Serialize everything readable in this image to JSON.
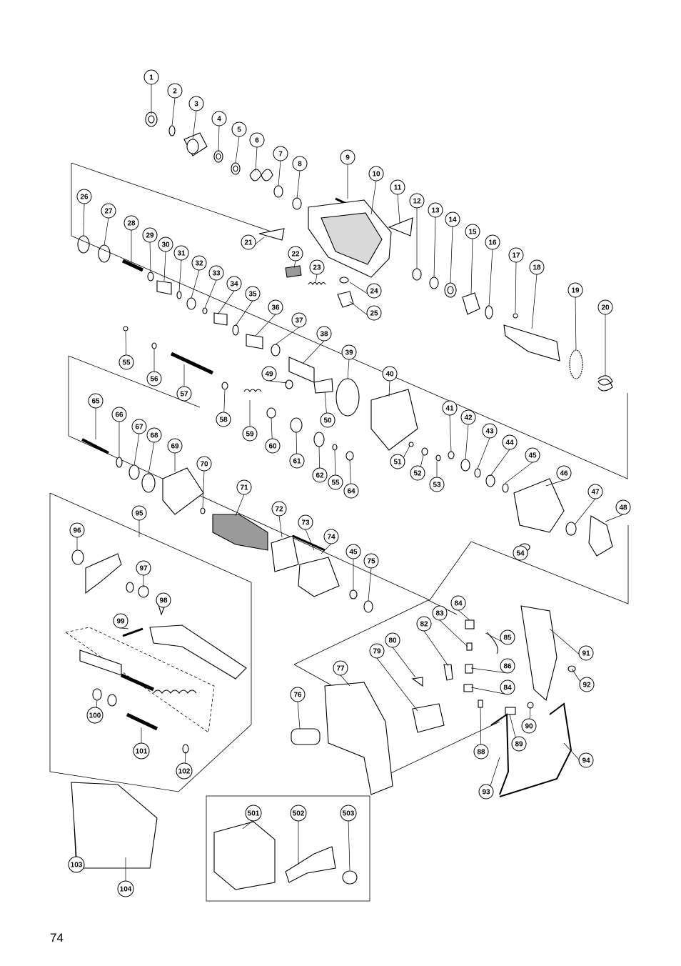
{
  "page_number": "74",
  "colors": {
    "ink": "#000000",
    "part_fill": "#ffffff",
    "shade": "#9a9a9a",
    "light_shade": "#d9d9d9"
  },
  "callouts": [
    "1",
    "2",
    "3",
    "4",
    "5",
    "6",
    "7",
    "8",
    "9",
    "10",
    "11",
    "12",
    "13",
    "14",
    "15",
    "16",
    "17",
    "18",
    "19",
    "20",
    "21",
    "22",
    "23",
    "24",
    "25",
    "26",
    "27",
    "28",
    "29",
    "30",
    "31",
    "32",
    "33",
    "34",
    "35",
    "36",
    "37",
    "38",
    "39",
    "40",
    "41",
    "42",
    "43",
    "44",
    "45",
    "46",
    "47",
    "48",
    "49",
    "50",
    "51",
    "52",
    "53",
    "54",
    "55",
    "56",
    "57",
    "58",
    "59",
    "60",
    "61",
    "62",
    "55",
    "64",
    "65",
    "66",
    "67",
    "68",
    "69",
    "70",
    "71",
    "72",
    "73",
    "74",
    "45",
    "75",
    "76",
    "77",
    "79",
    "80",
    "82",
    "83",
    "84",
    "85",
    "86",
    "84",
    "88",
    "89",
    "90",
    "91",
    "92",
    "93",
    "94",
    "95",
    "96",
    "97",
    "98",
    "99",
    "100",
    "101",
    "102",
    "103",
    "104",
    "501",
    "502",
    "503"
  ],
  "accessory_box": {
    "items": [
      "501",
      "502",
      "503"
    ]
  }
}
